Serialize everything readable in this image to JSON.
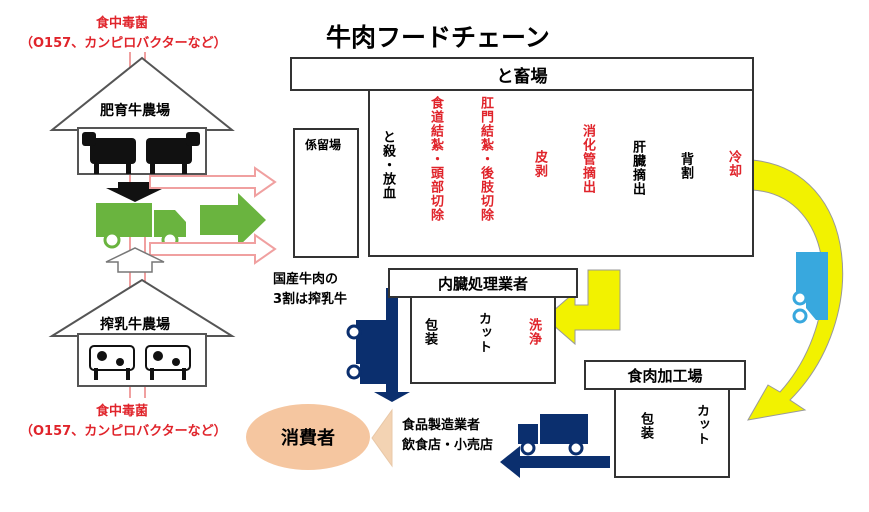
{
  "title": "牛肉フードチェーン",
  "pathogen_top": {
    "name": "食中毒菌",
    "detail": "（O157、カンピロバクターなど）"
  },
  "pathogen_bottom": {
    "name": "食中毒菌",
    "detail": "（O157、カンピロバクターなど）"
  },
  "farm_fattening": "肥育牛農場",
  "farm_dairy": "搾乳牛農場",
  "slaughterhouse": {
    "title": "と畜場",
    "holding": "係留場",
    "steps": [
      {
        "label": "と殺・放血",
        "critical": false
      },
      {
        "label": "食道結紮・頭部切除",
        "critical": true
      },
      {
        "label": "肛門結紮・後肢切除",
        "critical": true
      },
      {
        "label": "皮剥",
        "critical": true
      },
      {
        "label": "消化管摘出",
        "critical": true
      },
      {
        "label": "肝臓摘出",
        "critical": false
      },
      {
        "label": "背割",
        "critical": false
      },
      {
        "label": "冷却",
        "critical": true
      }
    ]
  },
  "domestic_note": {
    "line1": "国産牛肉の",
    "line2": "3割は搾乳牛"
  },
  "offal": {
    "title": "内臓処理業者",
    "steps": [
      {
        "label": "洗浄",
        "critical": true
      },
      {
        "label": "カット",
        "critical": false
      },
      {
        "label": "包装",
        "critical": false
      }
    ]
  },
  "meat_processing": {
    "title": "食肉加工場",
    "steps": [
      {
        "label": "カット",
        "critical": false
      },
      {
        "label": "包装",
        "critical": false
      }
    ]
  },
  "retail": {
    "line1": "食品製造業者",
    "line2": "飲食店・小売店"
  },
  "consumer": "消費者",
  "colors": {
    "critical": "#e0242b",
    "arrow_yellow": "#f2f200",
    "truck_green": "#6ab43f",
    "truck_navy": "#0b2f6e",
    "truck_cyan": "#38a8de"
  }
}
